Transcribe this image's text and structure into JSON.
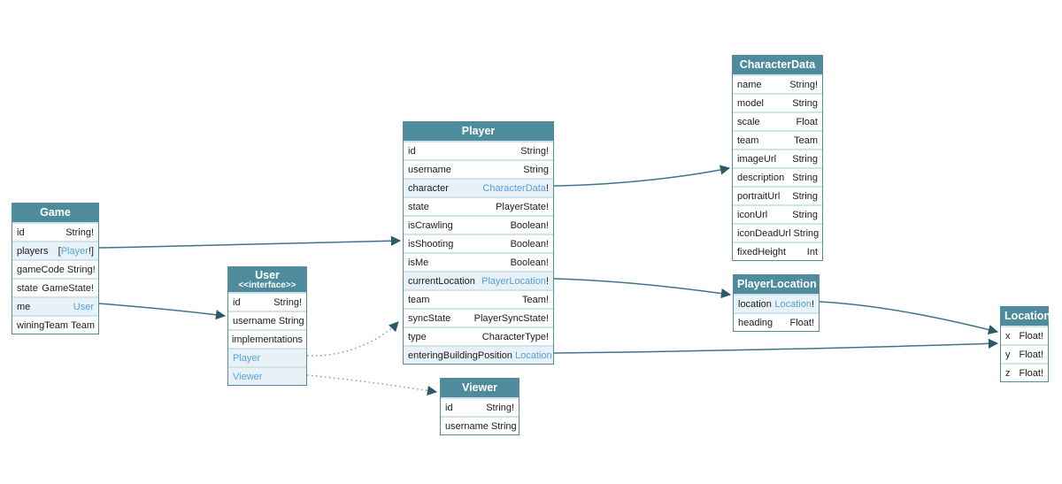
{
  "colors": {
    "header_bg": "#4e8b9d",
    "row_highlight_bg": "#e8f1f6",
    "link_text": "#56a0dc",
    "edge_solid": "#3f7488",
    "edge_dotted": "#7aa2af",
    "text": "#1c1c1e"
  },
  "tables": {
    "game": {
      "title": "Game",
      "rows": [
        {
          "field": "id",
          "type": "String!"
        },
        {
          "field": "players",
          "type_prefix": "[",
          "type_link": "Player",
          "type_suffix": "!]"
        },
        {
          "field": "gameCode",
          "type": "String!"
        },
        {
          "field": "state",
          "type": "GameState!"
        },
        {
          "field": "me",
          "type_link": "User"
        },
        {
          "field": "winingTeam",
          "type": "Team"
        }
      ]
    },
    "user": {
      "title": "User",
      "subtitle": "<<interface>>",
      "rows": [
        {
          "field": "id",
          "type": "String!"
        },
        {
          "field": "username",
          "type": "String"
        }
      ],
      "implementations_label": "implementations",
      "implementations": [
        "Player",
        "Viewer"
      ]
    },
    "player": {
      "title": "Player",
      "rows": [
        {
          "field": "id",
          "type": "String!"
        },
        {
          "field": "username",
          "type": "String"
        },
        {
          "field": "character",
          "type_link": "CharacterData",
          "type_suffix": "!"
        },
        {
          "field": "state",
          "type": "PlayerState!"
        },
        {
          "field": "isCrawling",
          "type": "Boolean!"
        },
        {
          "field": "isShooting",
          "type": "Boolean!"
        },
        {
          "field": "isMe",
          "type": "Boolean!"
        },
        {
          "field": "currentLocation",
          "type_link": "PlayerLocation",
          "type_suffix": "!"
        },
        {
          "field": "team",
          "type": "Team!"
        },
        {
          "field": "syncState",
          "type": "PlayerSyncState!"
        },
        {
          "field": "type",
          "type": "CharacterType!"
        },
        {
          "field": "enteringBuildingPosition",
          "type_link": "Location"
        }
      ]
    },
    "viewer": {
      "title": "Viewer",
      "rows": [
        {
          "field": "id",
          "type": "String!"
        },
        {
          "field": "username",
          "type": "String"
        }
      ]
    },
    "character_data": {
      "title": "CharacterData",
      "rows": [
        {
          "field": "name",
          "type": "String!"
        },
        {
          "field": "model",
          "type": "String"
        },
        {
          "field": "scale",
          "type": "Float"
        },
        {
          "field": "team",
          "type": "Team"
        },
        {
          "field": "imageUrl",
          "type": "String"
        },
        {
          "field": "description",
          "type": "String"
        },
        {
          "field": "portraitUrl",
          "type": "String"
        },
        {
          "field": "iconUrl",
          "type": "String"
        },
        {
          "field": "iconDeadUrl",
          "type": "String"
        },
        {
          "field": "fixedHeight",
          "type": "Int"
        }
      ]
    },
    "player_location": {
      "title": "PlayerLocation",
      "rows": [
        {
          "field": "location",
          "type_link": "Location",
          "type_suffix": "!"
        },
        {
          "field": "heading",
          "type": "Float!"
        }
      ]
    },
    "location": {
      "title": "Location",
      "rows": [
        {
          "field": "x",
          "type": "Float!"
        },
        {
          "field": "y",
          "type": "Float!"
        },
        {
          "field": "z",
          "type": "Float!"
        }
      ]
    }
  },
  "edges": [
    {
      "from": "Game.players",
      "to": "Player",
      "style": "solid"
    },
    {
      "from": "Game.me",
      "to": "User",
      "style": "solid"
    },
    {
      "from": "Player.character",
      "to": "CharacterData",
      "style": "solid"
    },
    {
      "from": "Player.currentLocation",
      "to": "PlayerLocation",
      "style": "solid"
    },
    {
      "from": "Player.enteringBuildingPosition",
      "to": "Location",
      "style": "solid"
    },
    {
      "from": "PlayerLocation.location",
      "to": "Location",
      "style": "solid"
    },
    {
      "from": "User.Player",
      "to": "Player",
      "style": "dotted"
    },
    {
      "from": "User.Viewer",
      "to": "Viewer",
      "style": "dotted"
    }
  ]
}
